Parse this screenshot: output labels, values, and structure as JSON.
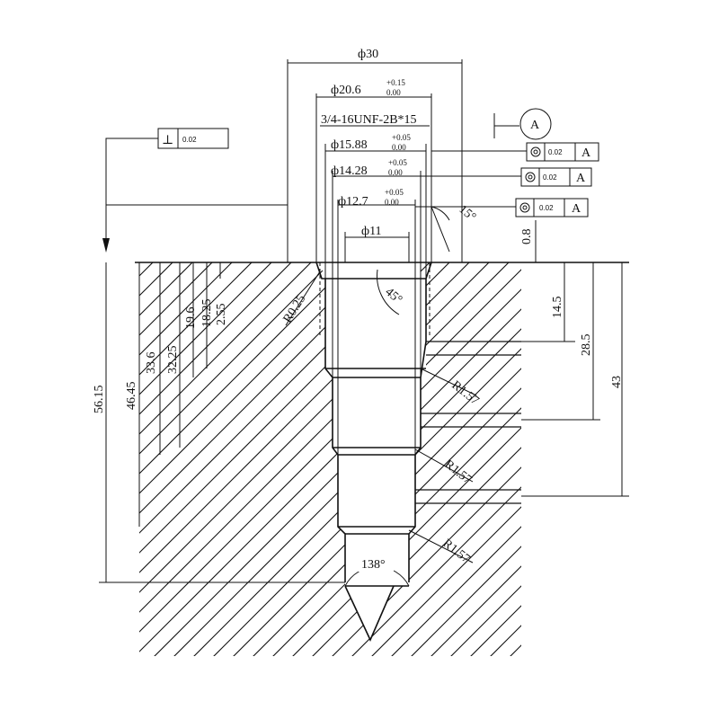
{
  "diameters": {
    "d30": "ф30",
    "d20_6": "ф20.6",
    "d15_88": "ф15.88",
    "d14_28": "ф14.28",
    "d12_7": "ф12.7",
    "d11": "ф11"
  },
  "tolerances": {
    "d20_6_upper": "+0.15",
    "d20_6_lower": "0.00",
    "d15_88_upper": "+0.05",
    "d15_88_lower": "0.00",
    "d14_28_upper": "+0.05",
    "d14_28_lower": "0.00",
    "d12_7_upper": "+0.05",
    "d12_7_lower": "0.00"
  },
  "thread_note": "3/4-16UNF-2B*15",
  "datum": {
    "label": "A"
  },
  "perpendicularity": {
    "symbol": "⊥",
    "value": "0.02"
  },
  "concentricity_frames": [
    {
      "value": "0.02",
      "datum": "A"
    },
    {
      "value": "0.02",
      "datum": "A"
    },
    {
      "value": "0.02",
      "datum": "A"
    }
  ],
  "angles": {
    "chamfer_top": "15°",
    "cone_45": "45°",
    "drill_point": "138°"
  },
  "radii": {
    "r_small": "R0.25",
    "r1": "R1.57",
    "r2": "R1.57",
    "r3": "R1.57"
  },
  "depths_left": {
    "d2_55": "2.55",
    "d18_25": "18.25",
    "d19_6": "19.6",
    "d32_25": "32.25",
    "d33_6": "33.6",
    "d46_45": "46.45",
    "d56_15": "56.15"
  },
  "depths_right": {
    "d0_8": "0.8",
    "d14_5": "14.5",
    "d28_5": "28.5",
    "d43": "43"
  }
}
